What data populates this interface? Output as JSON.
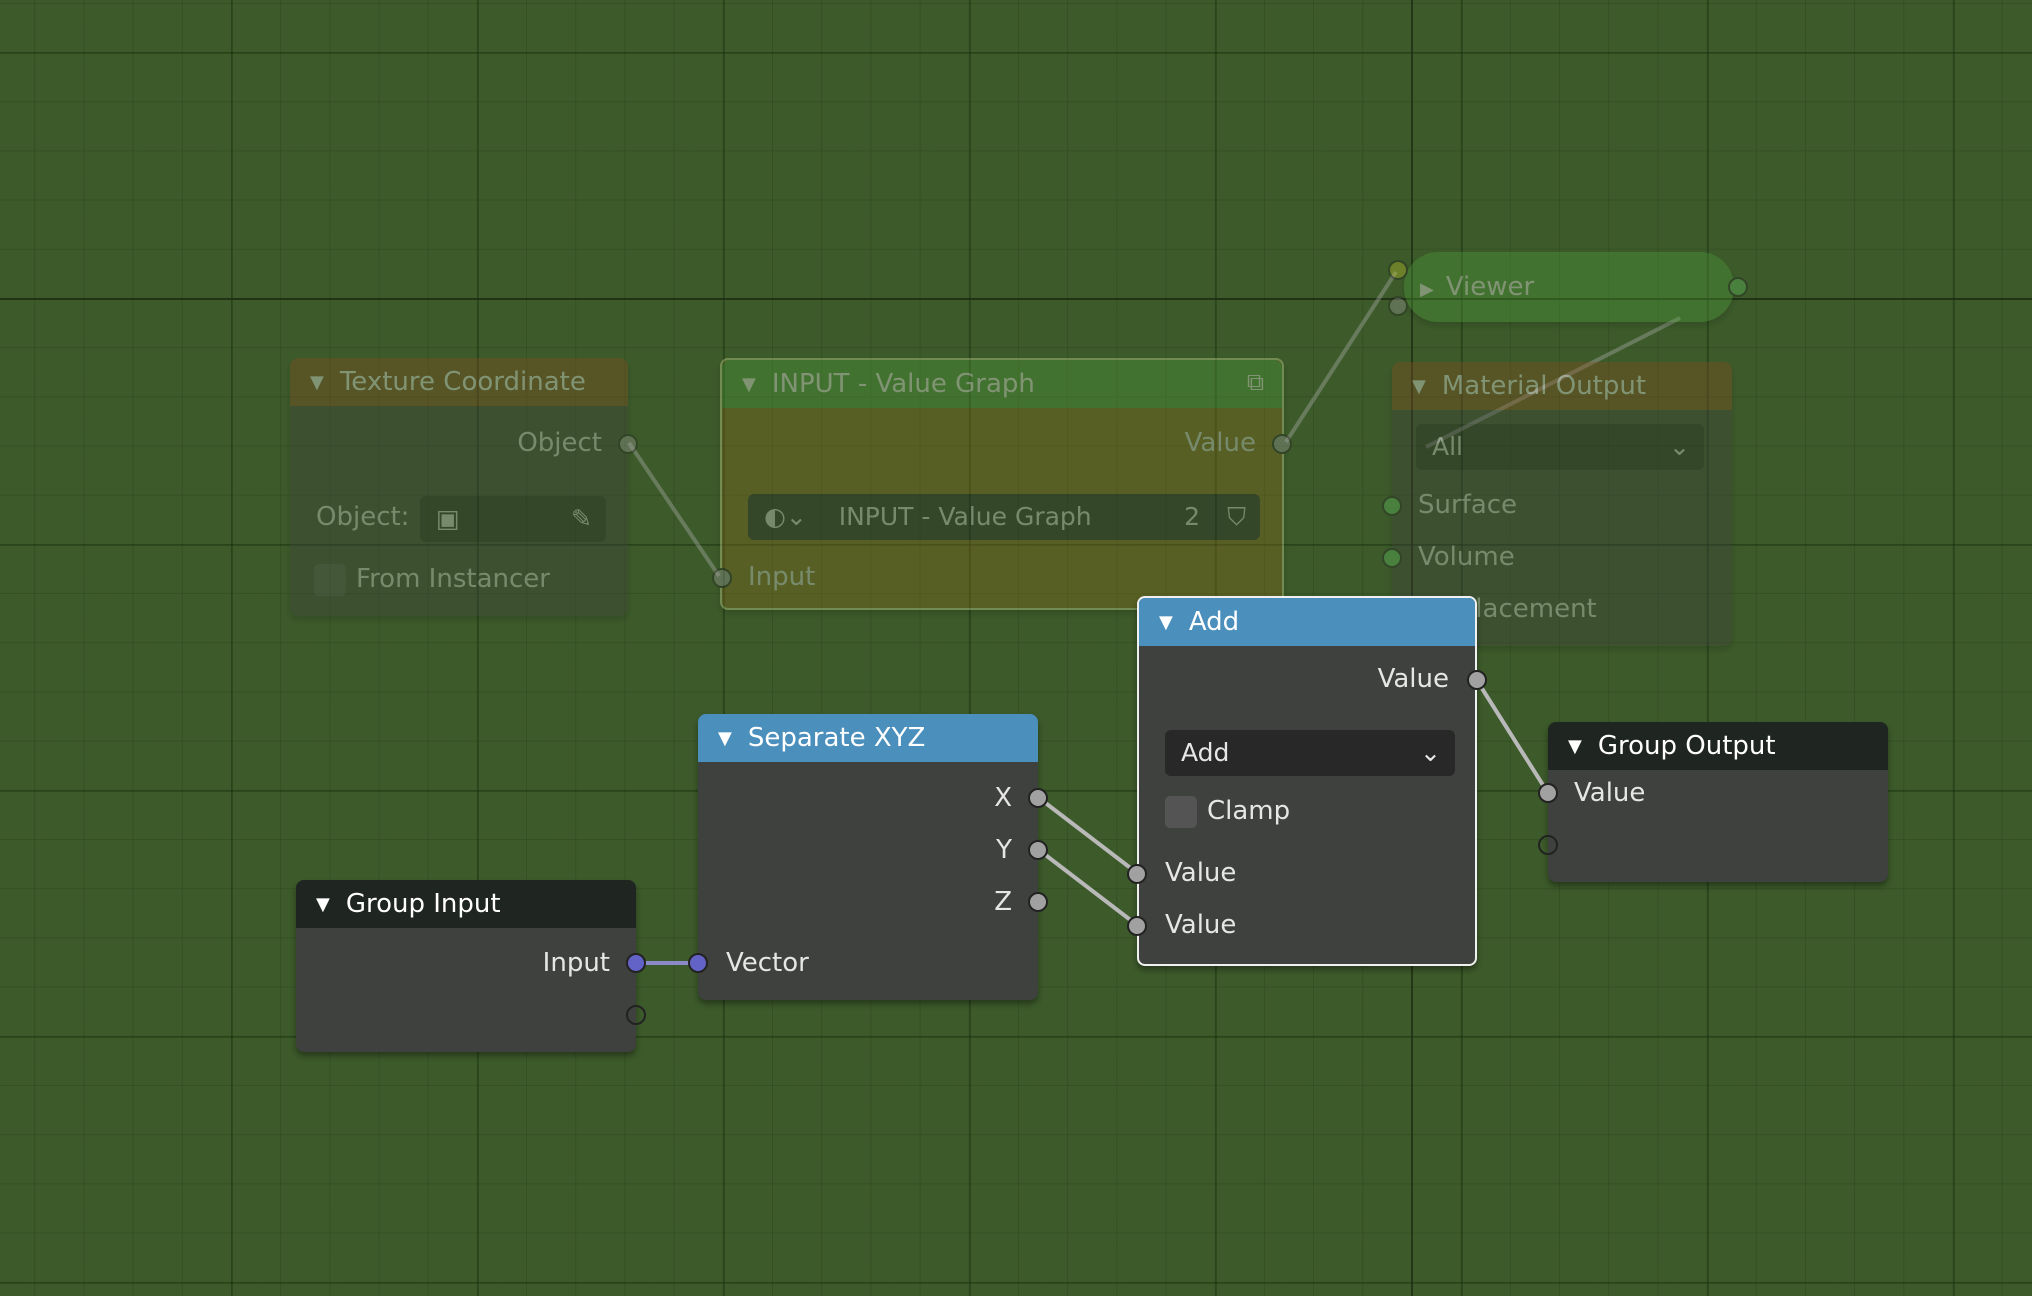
{
  "nodes": {
    "texture_coord": {
      "title": "Texture Coordinate",
      "out_object": "Object",
      "object_label": "Object:",
      "from_instancer": "From Instancer"
    },
    "value_graph": {
      "title": "INPUT - Value Graph",
      "out_value": "Value",
      "datablock_name": "INPUT - Value Graph",
      "users": "2",
      "in_input": "Input"
    },
    "viewer": {
      "title": "Viewer"
    },
    "material_output": {
      "title": "Material Output",
      "target": "All",
      "surface": "Surface",
      "volume": "Volume",
      "displacement": "Displacement"
    },
    "add": {
      "title": "Add",
      "out_value": "Value",
      "operation": "Add",
      "clamp": "Clamp",
      "in_value_1": "Value",
      "in_value_2": "Value"
    },
    "separate_xyz": {
      "title": "Separate XYZ",
      "out_x": "X",
      "out_y": "Y",
      "out_z": "Z",
      "in_vector": "Vector"
    },
    "group_input": {
      "title": "Group Input",
      "out_input": "Input"
    },
    "group_output": {
      "title": "Group Output",
      "in_value": "Value"
    }
  },
  "colors": {
    "background": "#3c5a2a",
    "node_body": "#3f413e",
    "converter_header": "#4b8fbd",
    "group_header": "#1f2520",
    "texture_header": "#8a4b21",
    "viewer": "#4fa03a",
    "vector_socket": "#6363c7",
    "float_socket": "#a1a1a1",
    "shader_socket": "#63c763"
  }
}
